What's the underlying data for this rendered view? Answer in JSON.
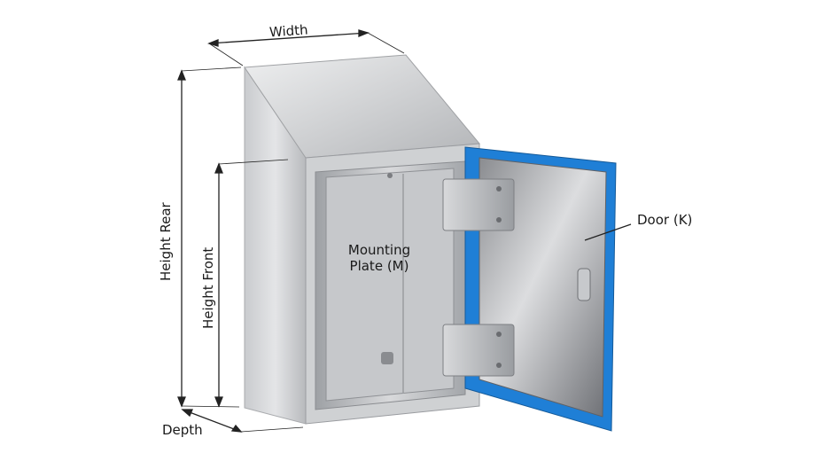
{
  "labels": {
    "width": "Width",
    "height_rear": "Height Rear",
    "height_front": "Height Front",
    "depth": "Depth",
    "mounting_plate_line1": "Mounting",
    "mounting_plate_line2": "Plate (M)",
    "door": "Door (K)"
  },
  "colors": {
    "door_gasket": "#1f7fd6",
    "steel_light": "#e6e7e8",
    "steel_mid": "#b9bbbe",
    "steel_dark": "#8d8f92",
    "dimension_line": "#222222"
  }
}
